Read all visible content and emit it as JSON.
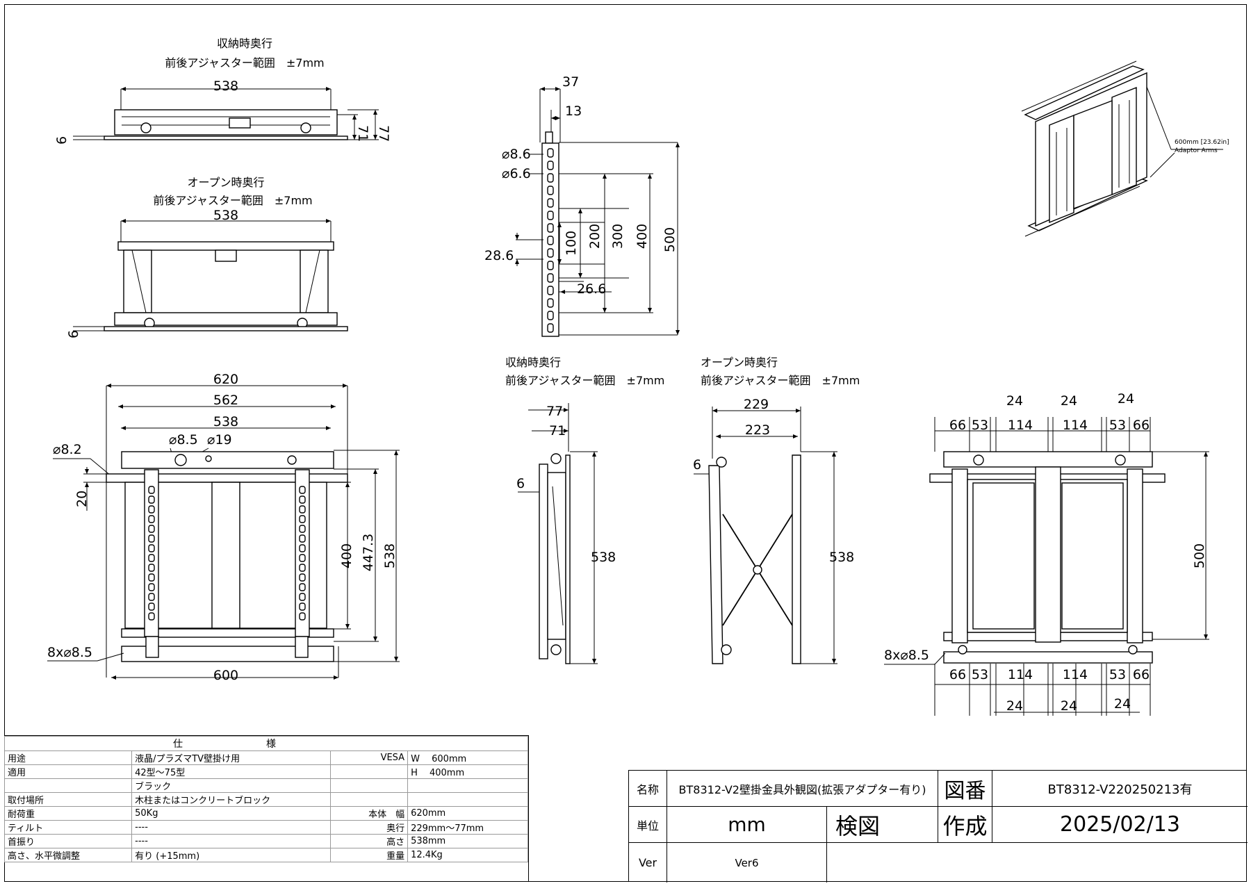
{
  "views": {
    "top_stored": {
      "title1": "収納時奥行",
      "title2": "前後アジャスター範囲　±7mm",
      "d538": "538",
      "d71": "71",
      "d77": "77",
      "d6": "6"
    },
    "top_open": {
      "title1": "オープン時奥行",
      "title2": "前後アジャスター範囲　±7mm",
      "d538": "538",
      "d6": "6"
    },
    "side_profile": {
      "d37": "37",
      "d13": "13",
      "h86": "⌀8.6",
      "h66": "⌀6.6",
      "d286": "28.6",
      "d100": "100",
      "d200": "200",
      "d300": "300",
      "d400": "400",
      "d500": "500",
      "d266": "26.6"
    },
    "iso_note": {
      "line1": "600mm [23.62in]",
      "line2": "Adaptor Arms"
    },
    "front_left": {
      "d620": "620",
      "d562": "562",
      "d538": "538",
      "h82": "⌀8.2",
      "h85": "⌀8.5",
      "h19": "⌀19",
      "d20": "20",
      "d400": "400",
      "d4473": "447.3",
      "d538v": "538",
      "holes": "8x⌀8.5",
      "d600": "600"
    },
    "side_stored": {
      "title1": "収納時奥行",
      "title2": "前後アジャスター範囲　±7mm",
      "d77": "77",
      "d71": "71",
      "d6": "6",
      "d538": "538"
    },
    "side_open": {
      "title1": "オープン時奥行",
      "title2": "前後アジャスター範囲　±7mm",
      "d229": "229",
      "d223": "223",
      "d6": "6",
      "d538": "538"
    },
    "rear": {
      "t24a": "24",
      "t24b": "24",
      "t24c": "24",
      "t66a": "66",
      "t53a": "53",
      "t114a": "114",
      "t114b": "114",
      "t53b": "53",
      "t66b": "66",
      "holes": "8x⌀8.5",
      "d500": "500",
      "b66a": "66",
      "b53a": "53",
      "b114a": "114",
      "b114b": "114",
      "b53b": "53",
      "b66b": "66",
      "b24a": "24",
      "b24b": "24",
      "b24c": "24"
    }
  },
  "spec_table": {
    "header": "仕様",
    "rows": [
      {
        "c1": "用途",
        "c2": "液晶/プラズマTV壁掛け用",
        "c3": "VESA",
        "c4": "W　 600mm"
      },
      {
        "c1": "適用",
        "c2": "42型～75型",
        "c3": "",
        "c4": "H　 400mm"
      },
      {
        "c1": "",
        "c2": "ブラック",
        "c3": "",
        "c4": ""
      },
      {
        "c1": "取付場所",
        "c2": "木柱またはコンクリートブロック",
        "c3": "",
        "c4": ""
      },
      {
        "c1": "耐荷重",
        "c2": "50Kg",
        "c3": "本体　幅",
        "c4": "620mm"
      },
      {
        "c1": "ティルト",
        "c2": "----",
        "c3": "奥行",
        "c4": "229mm～77mm"
      },
      {
        "c1": "首振り",
        "c2": "----",
        "c3": "高さ",
        "c4": "538mm"
      },
      {
        "c1": "高さ、水平微調整",
        "c2": "有り (+15mm)",
        "c3": "重量",
        "c4": "12.4Kg"
      }
    ]
  },
  "title_block": {
    "name_label": "名称",
    "name_value": "BT8312-V2壁掛金具外観図(拡張アダプター有り)",
    "drawing_no_label": "図番",
    "drawing_no_value": "BT8312-V220250213有",
    "unit_label": "単位",
    "unit_value": "mm",
    "check_label": "検図",
    "created_label": "作成",
    "created_value": "2025/02/13",
    "ver_label": "Ver",
    "ver_value": "Ver6"
  }
}
